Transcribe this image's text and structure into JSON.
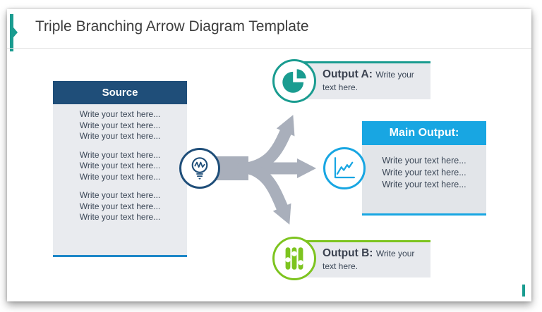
{
  "page_title": "Triple Branching Arrow Diagram Template",
  "source": {
    "header": "Source",
    "paragraphs": [
      [
        "Write your text here...",
        "Write your text here...",
        "Write your text here..."
      ],
      [
        "Write your text here...",
        "Write your text here...",
        "Write your text here..."
      ],
      [
        "Write your text here...",
        "Write your text here...",
        "Write your text here..."
      ]
    ]
  },
  "hub": {
    "icon": "lightbulb-icon"
  },
  "output_a": {
    "title": "Output A:",
    "description": "Write your text here.",
    "icon": "pie-chart-icon"
  },
  "main_output": {
    "header": "Main Output:",
    "lines": [
      "Write your text here...",
      "Write your text here...",
      "Write your text here..."
    ],
    "icon": "line-chart-icon"
  },
  "output_b": {
    "title": "Output B:",
    "description": "Write your text here.",
    "icon": "sliders-icon"
  },
  "colors": {
    "navy": "#1F4E79",
    "teal": "#1A9C90",
    "blue": "#18A6E2",
    "green": "#7DC41F",
    "arrow_gray": "#A9AFBB",
    "source_bottom_line": "#1E87C8",
    "box_gray": "#E7E9ED"
  }
}
